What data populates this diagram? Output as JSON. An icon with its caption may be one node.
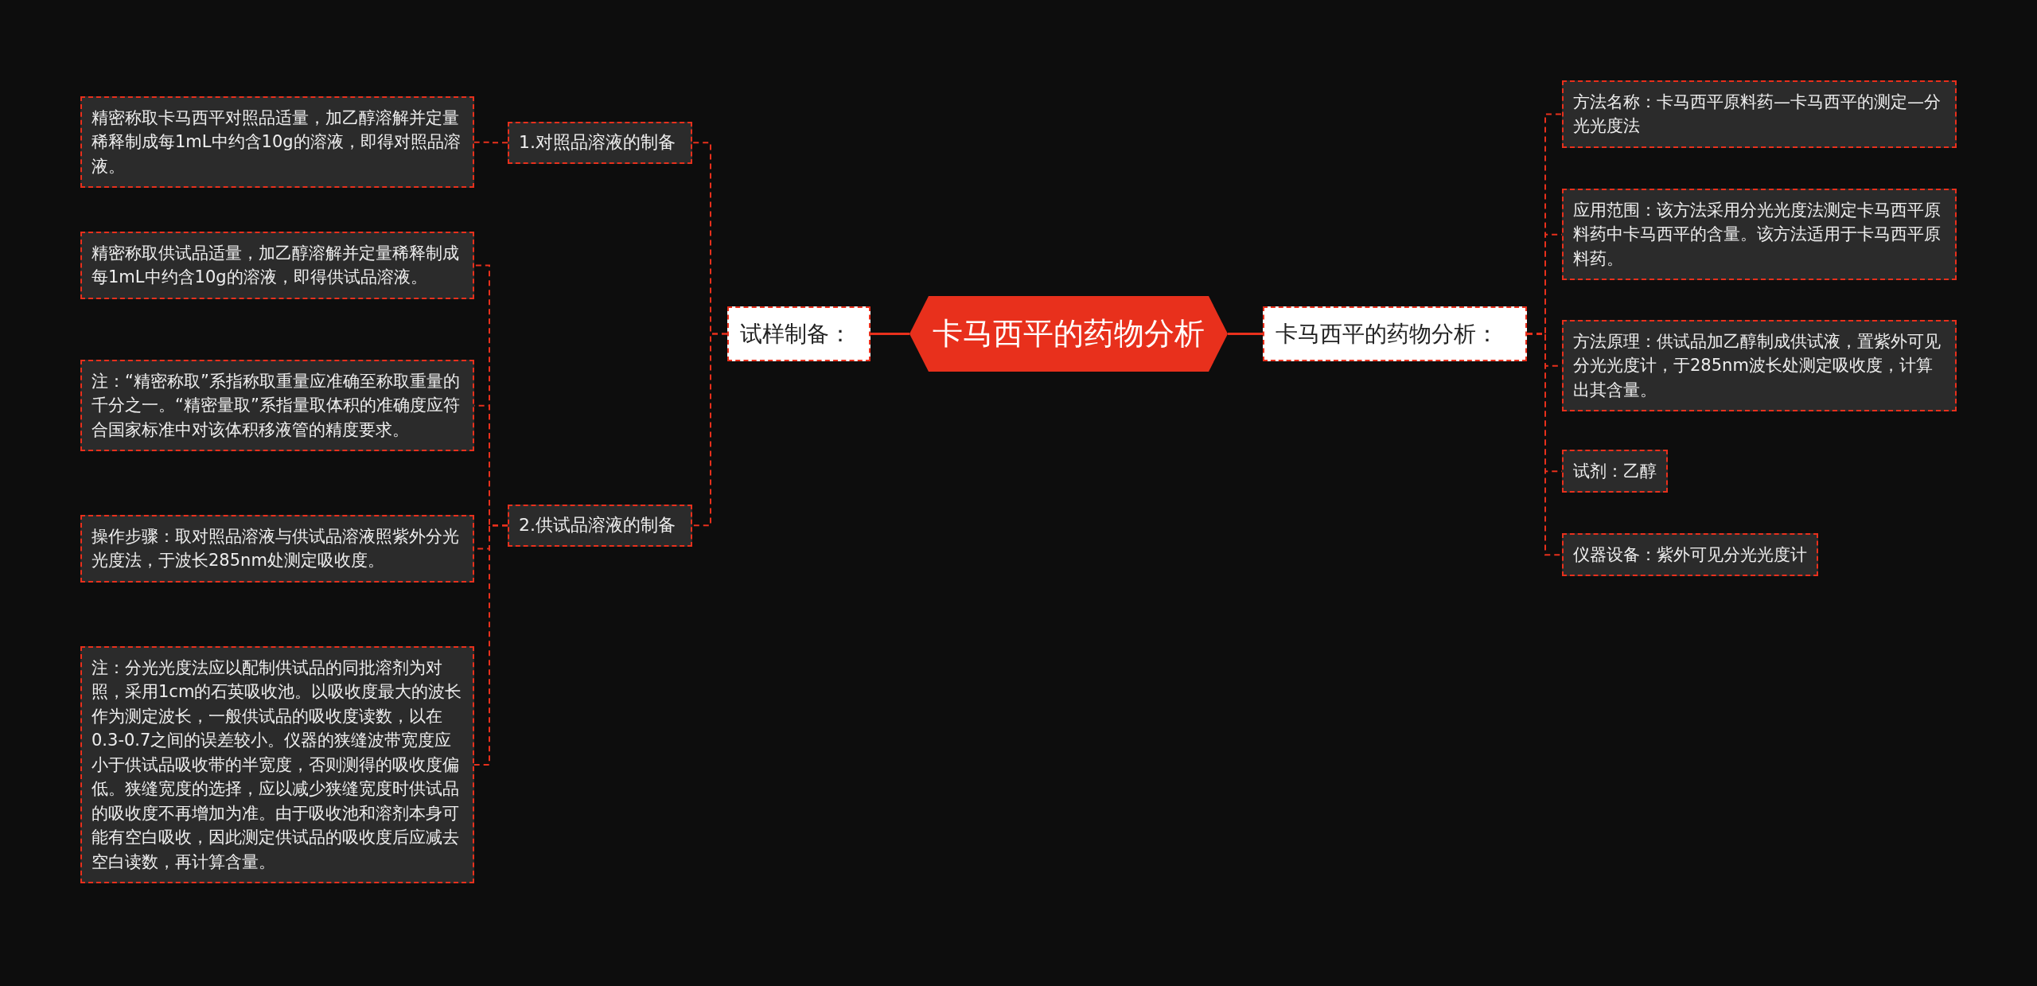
{
  "diagram": {
    "nodes": [
      {
        "text": [
          "卡马西平的药物分析"
        ]
      },
      {
        "text": [
          "试样制备："
        ]
      },
      {
        "text": [
          "1.对照品溶液的制备"
        ]
      },
      {
        "text": [
          "精密称取卡马西平对照品适量，加乙醇溶解并定量稀释制成每1mL中约含10g的溶液，即得对照品溶液。"
        ]
      },
      {
        "text": [
          "2.供试品溶液的制备"
        ]
      },
      {
        "text": [
          "精密称取供试品适量，加乙醇溶解并定量稀释制成每1mL中约含10g的溶液，即得供试品溶液。"
        ]
      },
      {
        "text": [
          "注：“精密称取”系指称取重量应准确至称取重量的千分之一。“精密量取”系指量取体积的准确度应符合国家标准中对该体积移液管的精度要求。"
        ]
      },
      {
        "text": [
          "操作步骤：取对照品溶液与供试品溶液照紫外分光光度法，于波长285nm处测定吸收度。"
        ]
      },
      {
        "text": [
          "注：分光光度法应以配制供试品的同批溶剂为对照，采用1cm的石英吸收池。以吸收度最大的波长作为测定波长，一般供试品的吸收度读数，以在0.3-0.7之间的误差较小。仪器的狭缝波带宽度应小于供试品吸收带的半宽度，否则测得的吸收度偏低。狭缝宽度的选择，应以减少狭缝宽度时供试品的吸收度不再增加为准。由于吸收池和溶剂本身可能有空白吸收，因此测定供试品的吸收度后应减去空白读数，再计算含量。"
        ]
      },
      {
        "text": [
          "卡马西平的药物分析："
        ]
      },
      {
        "text": [
          "方法名称：卡马西平原料药—卡马西平的测定—分光光度法"
        ]
      },
      {
        "text": [
          "应用范围：该方法采用分光光度法测定卡马西平原料药中卡马西平的含量。该方法适用于卡马西平原料药。"
        ]
      },
      {
        "text": [
          "方法原理：供试品加乙醇制成供试液，置紫外可见分光光度计，于285nm波长处测定吸收度，计算出其含量。"
        ]
      },
      {
        "text": [
          "试剂：乙醇"
        ]
      },
      {
        "text": [
          "仪器设备：紫外可见分光光度计"
        ]
      }
    ],
    "edges": [
      {
        "from": 0,
        "to": 1,
        "arrow": "none"
      },
      {
        "from": 1,
        "to": 2,
        "arrow": "none",
        "style": "dashed"
      },
      {
        "from": 2,
        "to": 3,
        "arrow": "none",
        "style": "dashed"
      },
      {
        "from": 1,
        "to": 4,
        "arrow": "none",
        "style": "dashed"
      },
      {
        "from": 4,
        "to": 5,
        "arrow": "none",
        "style": "dashed"
      },
      {
        "from": 4,
        "to": 6,
        "arrow": "none",
        "style": "dashed"
      },
      {
        "from": 4,
        "to": 7,
        "arrow": "none",
        "style": "dashed"
      },
      {
        "from": 4,
        "to": 8,
        "arrow": "none",
        "style": "dashed"
      },
      {
        "from": 0,
        "to": 9,
        "arrow": "none"
      },
      {
        "from": 9,
        "to": 10,
        "arrow": "none",
        "style": "dashed"
      },
      {
        "from": 9,
        "to": 11,
        "arrow": "none",
        "style": "dashed"
      },
      {
        "from": 9,
        "to": 12,
        "arrow": "none",
        "style": "dashed"
      },
      {
        "from": 9,
        "to": 13,
        "arrow": "none",
        "style": "dashed"
      },
      {
        "from": 9,
        "to": 14,
        "arrow": "none",
        "style": "dashed"
      }
    ]
  }
}
